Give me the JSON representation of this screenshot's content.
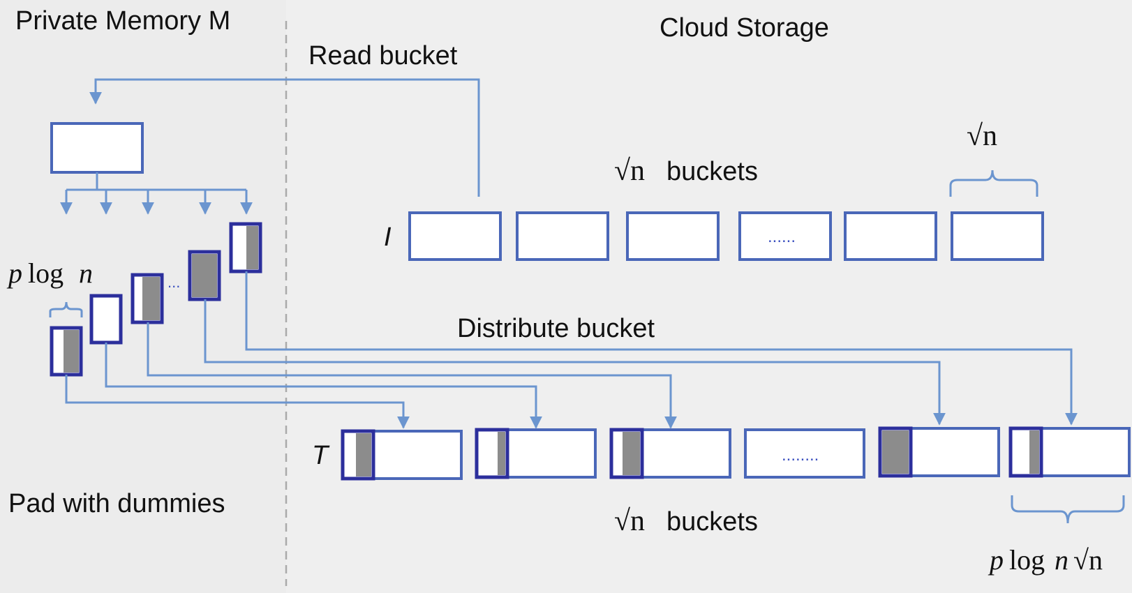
{
  "labels": {
    "private_memory": "Private Memory M",
    "cloud_storage": "Cloud Storage",
    "read_bucket": "Read bucket",
    "distribute_bucket": "Distribute bucket",
    "pad_with_dummies": "Pad with dummies",
    "row_I": "I",
    "row_T": "T",
    "buckets_word": "buckets",
    "sqrt_n": "√n",
    "n": "n",
    "p": "p",
    "log": "log",
    "ellipsis_top": "......",
    "ellipsis_bottom": "........",
    "ellipsis_small": "..."
  },
  "colors": {
    "background_left": "#ececec",
    "background_right": "#efefef",
    "connector": "#6b95cf",
    "bucket_border": "#4a67b8",
    "cell_border": "#2c2f9c",
    "dummy_fill": "#8c8c8c",
    "divider": "#aaaaaa"
  }
}
